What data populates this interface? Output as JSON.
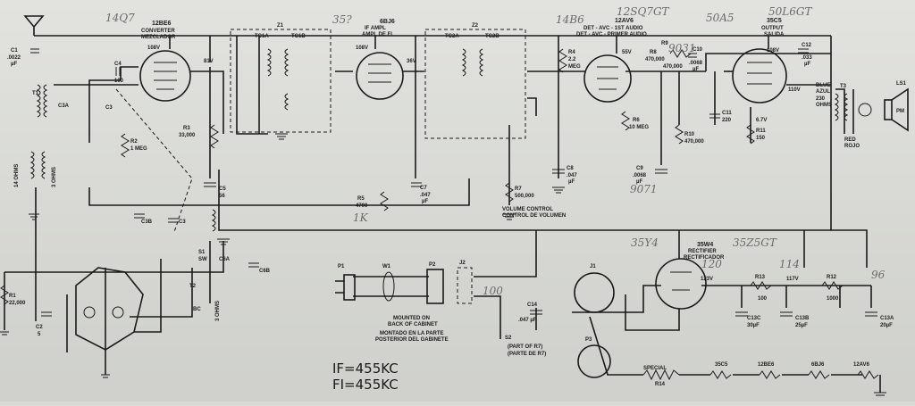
{
  "tubes": {
    "converter": {
      "type": "12BE6",
      "name": "CONVERTER",
      "alt": "MEZCLADOR",
      "plate_v": "108V",
      "screen_v": "81V",
      "hand": "14Q7"
    },
    "if_amp": {
      "type": "6BJ6",
      "name": "IF AMPL",
      "alt": "AMPL DE FI",
      "plate_v": "108V",
      "screen_v": "36V",
      "hand": "35?"
    },
    "detector": {
      "type": "12AV6",
      "name": "DET - AVC - 1ST AUDIO",
      "alt": "DET - AVC - PRIMER AUDIO",
      "plate_v": "55V",
      "hand1": "14B6",
      "hand2": "12SQ7GT"
    },
    "output": {
      "type": "35C5",
      "name": "OUTPUT",
      "alt": "SALIDA",
      "plate_v": "108V",
      "cathode_v": "6.7V",
      "grid_v": "110V",
      "hand1": "50A5",
      "hand2": "50L6GT"
    },
    "rectifier": {
      "type": "35W4",
      "name": "RECTIFIER",
      "alt": "RECTIFICADOR",
      "hand1": "35Y4",
      "hand2": "35Z5GT"
    }
  },
  "transformers": {
    "z1": "Z1",
    "z2": "Z2",
    "tc1a": "TC1A",
    "tc1b": "TC1B",
    "tc2a": "TC2A",
    "tc2b": "TC2B",
    "t1": "T1",
    "t2": "T2",
    "t3": "T3"
  },
  "capacitors": {
    "c1": [
      "C1",
      ".0022",
      "µF"
    ],
    "c2": [
      "C2",
      "5"
    ],
    "c3a": "C3A",
    "c3": "C3",
    "c3b": "C3B",
    "c3c": "C3",
    "c4": [
      "C4",
      "100"
    ],
    "c5": [
      "C5",
      "56"
    ],
    "c6a": "C6A",
    "c6b": "C6B",
    "c7": [
      "C7",
      ".047",
      "µF"
    ],
    "c8": [
      "C8",
      ".047",
      "µF"
    ],
    "c9": [
      "C9",
      ".0068",
      "µF"
    ],
    "c10": [
      "C10",
      ".0068",
      "µF"
    ],
    "c11": [
      "C11",
      "220"
    ],
    "c12": [
      "C12",
      ".033",
      "µF"
    ],
    "c13a": [
      "C13A",
      "20µF"
    ],
    "c13b": [
      "C13B",
      "25µF"
    ],
    "c13c": [
      "C13C",
      "30µF"
    ],
    "c14": [
      "C14",
      ".047 µF"
    ]
  },
  "resistors": {
    "r1": [
      "R1",
      "22,000"
    ],
    "r2": [
      "R2",
      "1 MEG"
    ],
    "r3": [
      "R3",
      "33,000"
    ],
    "r4": [
      "R4",
      "2.2",
      "MEG"
    ],
    "r5": [
      "R5",
      "4700"
    ],
    "r6": [
      "R6",
      "10 MEG"
    ],
    "r7": [
      "R7",
      "500,000"
    ],
    "r8": [
      "R8",
      "470,000"
    ],
    "r9": [
      "R9",
      "470,000"
    ],
    "r10": [
      "R10",
      "470,000"
    ],
    "r11": [
      "R11",
      "150"
    ],
    "r12": [
      "R12",
      "1000"
    ],
    "r13": [
      "R13",
      "100"
    ],
    "r14": [
      "R14",
      "SPECIAL"
    ]
  },
  "labels": {
    "volume": "VOLUME CONTROL",
    "volume_es": "CONTROL DE VOLUMEN",
    "mounted": "MOUNTED ON",
    "mounted2": "BACK OF CABINET",
    "montado": "MONTADO EN LA PARTE",
    "posterior": "POSTERIOR DEL GABINETE",
    "partr7": "(PART OF R7)",
    "parter7": "(PARTE DE R7)",
    "blue": "BLUE",
    "azul": "AZUL",
    "red": "RED",
    "rojo": "ROJO",
    "ohms230": "230",
    "ohms": "OHMS",
    "ohms14": "14 OHMS",
    "ohms3": "3 OHMS",
    "ohms3b": "3 OHMS",
    "p1": "P1",
    "w1": "W1",
    "p2": "P2",
    "j2": "J2",
    "j1": "J1",
    "p3": "P3",
    "s2": "S2",
    "ls1": "LS1",
    "pm": "PM",
    "s1": "S1",
    "sw": "SW",
    "bc": "BC",
    "v123": "123V",
    "v117": "117V",
    "heater1": "35C5",
    "heater2": "12BE6",
    "heater3": "6BJ6",
    "heater4": "12AV6",
    "if_freq": "IF=455KC",
    "fi_freq": "FI=455KC"
  },
  "hand_notes": {
    "n1": "1K",
    "n2": "100",
    "n3": "120",
    "n4": "114",
    "n5": "96",
    "n6": "9031",
    "n7": "9071"
  }
}
